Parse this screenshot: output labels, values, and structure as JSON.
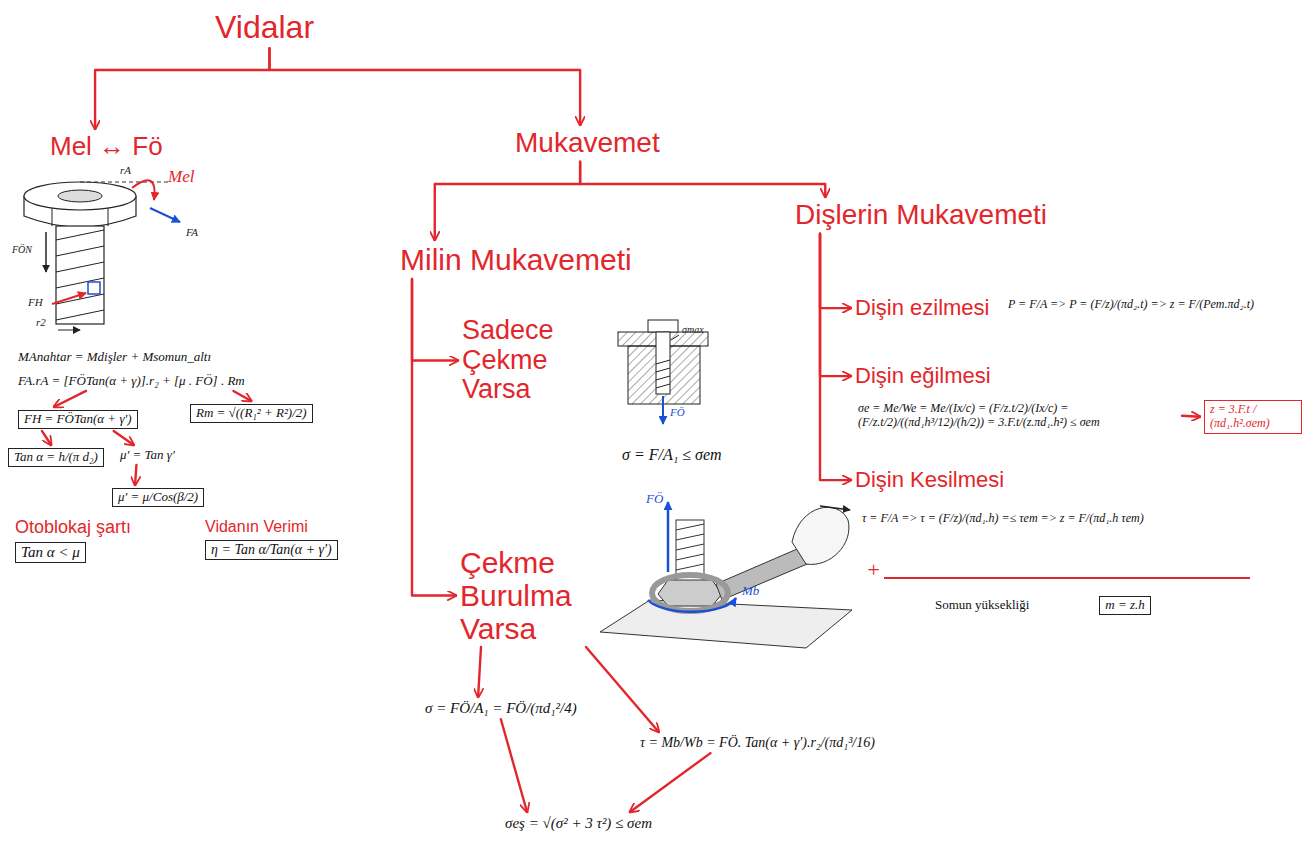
{
  "diagram": {
    "nodes": [
      {
        "text": [
          "Vidalar"
        ]
      },
      {
        "text": [
          "Mel ↔ Fö"
        ]
      },
      {
        "text": [
          "MAnahtar = Mdişler + Msomun_altı"
        ]
      },
      {
        "text": [
          "FA.rA = [FÖTan(α + γ)].r₂ + [μ . FÖ] . Rm"
        ]
      },
      {
        "text": [
          "Rm = √((R₁² + R²)/2)"
        ]
      },
      {
        "text": [
          "FH = FÖTan(α + γ')"
        ]
      },
      {
        "text": [
          "Tan α = h/(π d₂)"
        ]
      },
      {
        "text": [
          "μ' = Tan γ'"
        ]
      },
      {
        "text": [
          "μ' = μ/Cos(β/2)"
        ]
      },
      {
        "text": [
          "Otoblokaj şartı",
          "Tan α < μ"
        ]
      },
      {
        "text": [
          "Vidanın Verimi",
          "η = Tan α/Tan(α + γ')"
        ]
      },
      {
        "text": [
          "Mukavemet"
        ]
      },
      {
        "text": [
          "Milin Mukavemeti"
        ]
      },
      {
        "text": [
          "Sadece Çekme Varsa"
        ]
      },
      {
        "text": [
          "σ = F/A₁ ≤ σem"
        ]
      },
      {
        "text": [
          "Çekme Burulma Varsa"
        ]
      },
      {
        "text": [
          "σ = FÖ/A₁ = FÖ/(πd₁²/4)"
        ]
      },
      {
        "text": [
          "τ = Mb/Wb = FÖ. Tan(α + γ').r₂/(πd₁³/16)"
        ]
      },
      {
        "text": [
          "σeş = √(σ² + 3 τ²) ≤ σem"
        ]
      },
      {
        "text": [
          "Dişlerin Mukavemeti"
        ]
      },
      {
        "text": [
          "Dişin ezilmesi"
        ]
      },
      {
        "text": [
          "P = F/A => P = (F/z)/(πd₂.t) => z = F/(Pem.πd₂.t)"
        ]
      },
      {
        "text": [
          "Dişin eğilmesi"
        ]
      },
      {
        "text": [
          "σe = Me/We = Me/(Ix/c) = (F/z.t/2)/(Ix/c) = (F/z.t/2)/((πd₁h³/12)/(h/2)) = 3.F.t/(z.πd₁.h²) ≤ σem"
        ]
      },
      {
        "text": [
          "z = 3.F.t / (πd₁.h².σem)"
        ]
      },
      {
        "text": [
          "Dişin Kesilmesi"
        ]
      },
      {
        "text": [
          "τ = F/A => τ = (F/z)/(πd₁.h) =≤ τem => z = F/(πd₁.h τem)"
        ]
      },
      {
        "text": [
          "Somun yüksekliği",
          "m = z.h"
        ]
      }
    ],
    "edges": [
      {
        "from": 0,
        "to": 1,
        "arrow": "to"
      },
      {
        "from": 0,
        "to": 11,
        "arrow": "to"
      },
      {
        "from": 3,
        "to": 5,
        "arrow": "to"
      },
      {
        "from": 3,
        "to": 4,
        "arrow": "to"
      },
      {
        "from": 5,
        "to": 6,
        "arrow": "to"
      },
      {
        "from": 5,
        "to": 7,
        "arrow": "to"
      },
      {
        "from": 7,
        "to": 8,
        "arrow": "to"
      },
      {
        "from": 11,
        "to": 12,
        "arrow": "to"
      },
      {
        "from": 11,
        "to": 19,
        "arrow": "to"
      },
      {
        "from": 12,
        "to": 13,
        "arrow": "to"
      },
      {
        "from": 12,
        "to": 15,
        "arrow": "to"
      },
      {
        "from": 15,
        "to": 16,
        "arrow": "to"
      },
      {
        "from": 15,
        "to": 17,
        "arrow": "to"
      },
      {
        "from": 16,
        "to": 18,
        "arrow": "to"
      },
      {
        "from": 17,
        "to": 18,
        "arrow": "to"
      },
      {
        "from": 19,
        "to": 20,
        "arrow": "to"
      },
      {
        "from": 19,
        "to": 22,
        "arrow": "to"
      },
      {
        "from": 19,
        "to": 25,
        "arrow": "to"
      },
      {
        "from": 23,
        "to": 24,
        "arrow": "to"
      }
    ],
    "labels": [
      "rA",
      "Mel",
      "FA",
      "FÖN",
      "FH",
      "r2",
      "σmax",
      "FÖ",
      "FÖ",
      "Mb",
      "+"
    ]
  }
}
